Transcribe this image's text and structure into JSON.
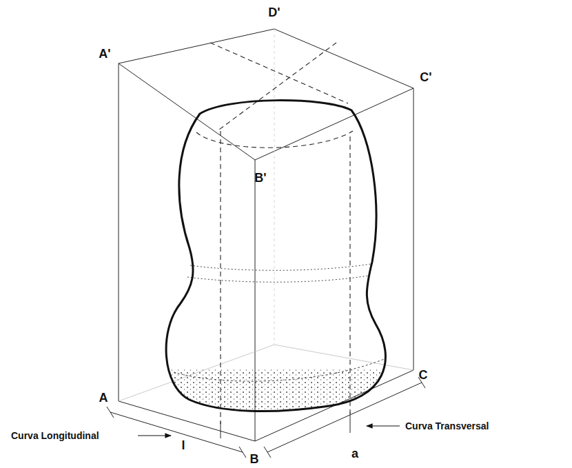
{
  "diagram": {
    "labels": [
      "D'",
      "A'",
      "C'",
      "B'",
      "A",
      "C",
      "B",
      "l",
      "a",
      "Curva Longitudinal",
      "Curva Transversal"
    ]
  }
}
